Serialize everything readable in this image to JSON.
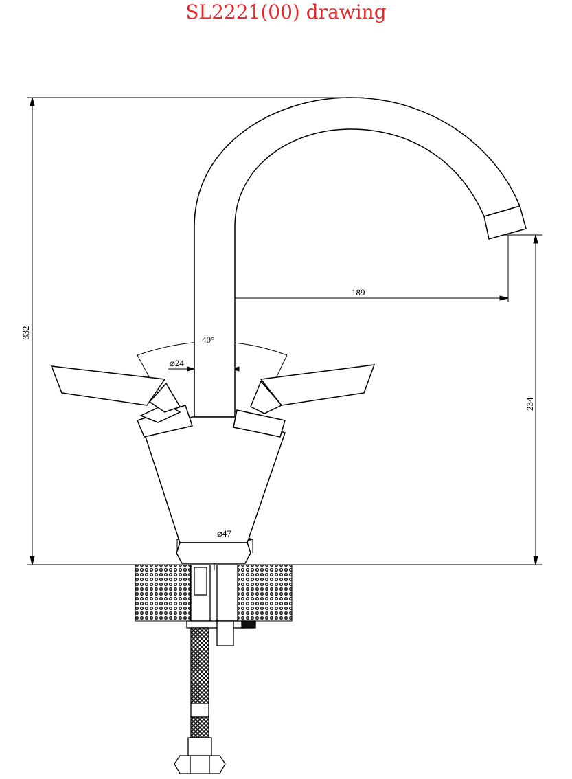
{
  "title": "SL2221(00) drawing",
  "dimensions": {
    "total_height": "332",
    "spout_height": "234",
    "spout_reach": "189",
    "handle_angle": "40°",
    "spout_diameter": "⌀24",
    "base_diameter": "⌀47"
  },
  "colors": {
    "title": "#e8292c",
    "line": "#000000"
  }
}
